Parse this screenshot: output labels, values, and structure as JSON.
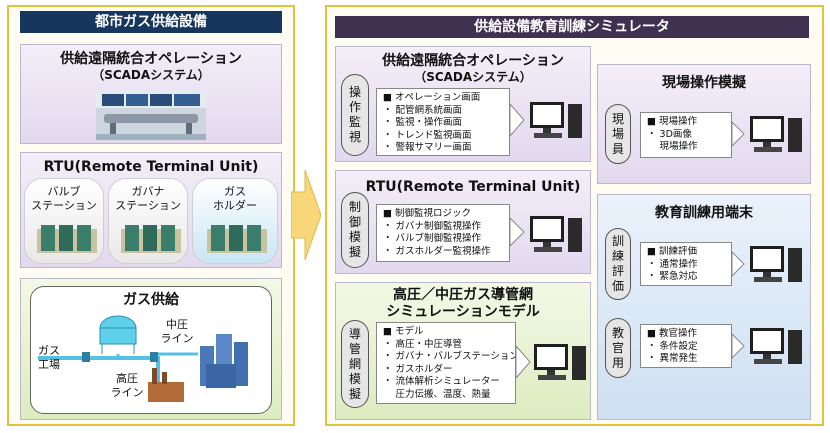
{
  "left": {
    "header": "都市ガス供給設備",
    "scada": {
      "title": "供給遠隔統合オペレーション",
      "subtitle": "（SCADAシステム）"
    },
    "rtu": {
      "title": "RTU(Remote Terminal Unit)",
      "stations": [
        {
          "line1": "バルブ",
          "line2": "ステーション"
        },
        {
          "line1": "ガバナ",
          "line2": "ステーション"
        },
        {
          "line1": "ガス",
          "line2": "ホルダー"
        }
      ]
    },
    "gas": {
      "title": "ガス供給",
      "plant": {
        "line1": "ガス",
        "line2": "工場"
      },
      "mid": {
        "line1": "中圧",
        "line2": "ライン"
      },
      "high": {
        "line1": "高圧",
        "line2": "ライン"
      }
    }
  },
  "right": {
    "header": "供給設備教育訓練シミュレータ",
    "scada": {
      "title": "供給遠隔統合オペレーション",
      "subtitle": "（SCADAシステム）",
      "label": [
        "操",
        "作",
        "監",
        "視"
      ],
      "items": [
        "■ オペレーション画面",
        "・ 配管網系統画面",
        "・ 監視・操作画面",
        "・ トレンド監視画面",
        "・ 警報サマリー画面"
      ]
    },
    "rtu": {
      "title": "RTU(Remote Terminal Unit)",
      "label": [
        "制",
        "御",
        "模",
        "擬"
      ],
      "items": [
        "■ 制御監視ロジック",
        "・ ガバナ制御監視操作",
        "・ バルブ制御監視操作",
        "・ ガスホルダー監視操作"
      ]
    },
    "network": {
      "title1": "高圧／中圧ガス導管網",
      "title2": "シミュレーションモデル",
      "label": [
        "導",
        "管",
        "網",
        "模",
        "擬"
      ],
      "items": [
        "■ モデル",
        "・ 高圧・中圧導管",
        "・ ガバナ・バルブステーション",
        "・ ガスホルダー",
        "・ 流体解析シミュレーター",
        "　 圧力伝搬、温度、熱量"
      ]
    },
    "field": {
      "title": "現場操作模擬",
      "label": [
        "現",
        "場",
        "員"
      ],
      "items": [
        "■ 現場操作",
        "・ 3D画像",
        "　 現場操作"
      ]
    },
    "terminal": {
      "title": "教育訓練用端末",
      "trainee": {
        "label": [
          "訓",
          "練",
          "評",
          "価"
        ],
        "items": [
          "■ 訓練評価",
          "・ 通常操作",
          "・ 緊急対応"
        ]
      },
      "instructor": {
        "label": [
          "教",
          "官",
          "用"
        ],
        "items": [
          "■ 教官操作",
          "・ 条件設定",
          "・ 異常発生"
        ]
      }
    }
  },
  "colors": {
    "frame": "#e3c23c",
    "left_header": "#17365d",
    "right_header": "#403151",
    "arrow": "#f7d77a"
  }
}
